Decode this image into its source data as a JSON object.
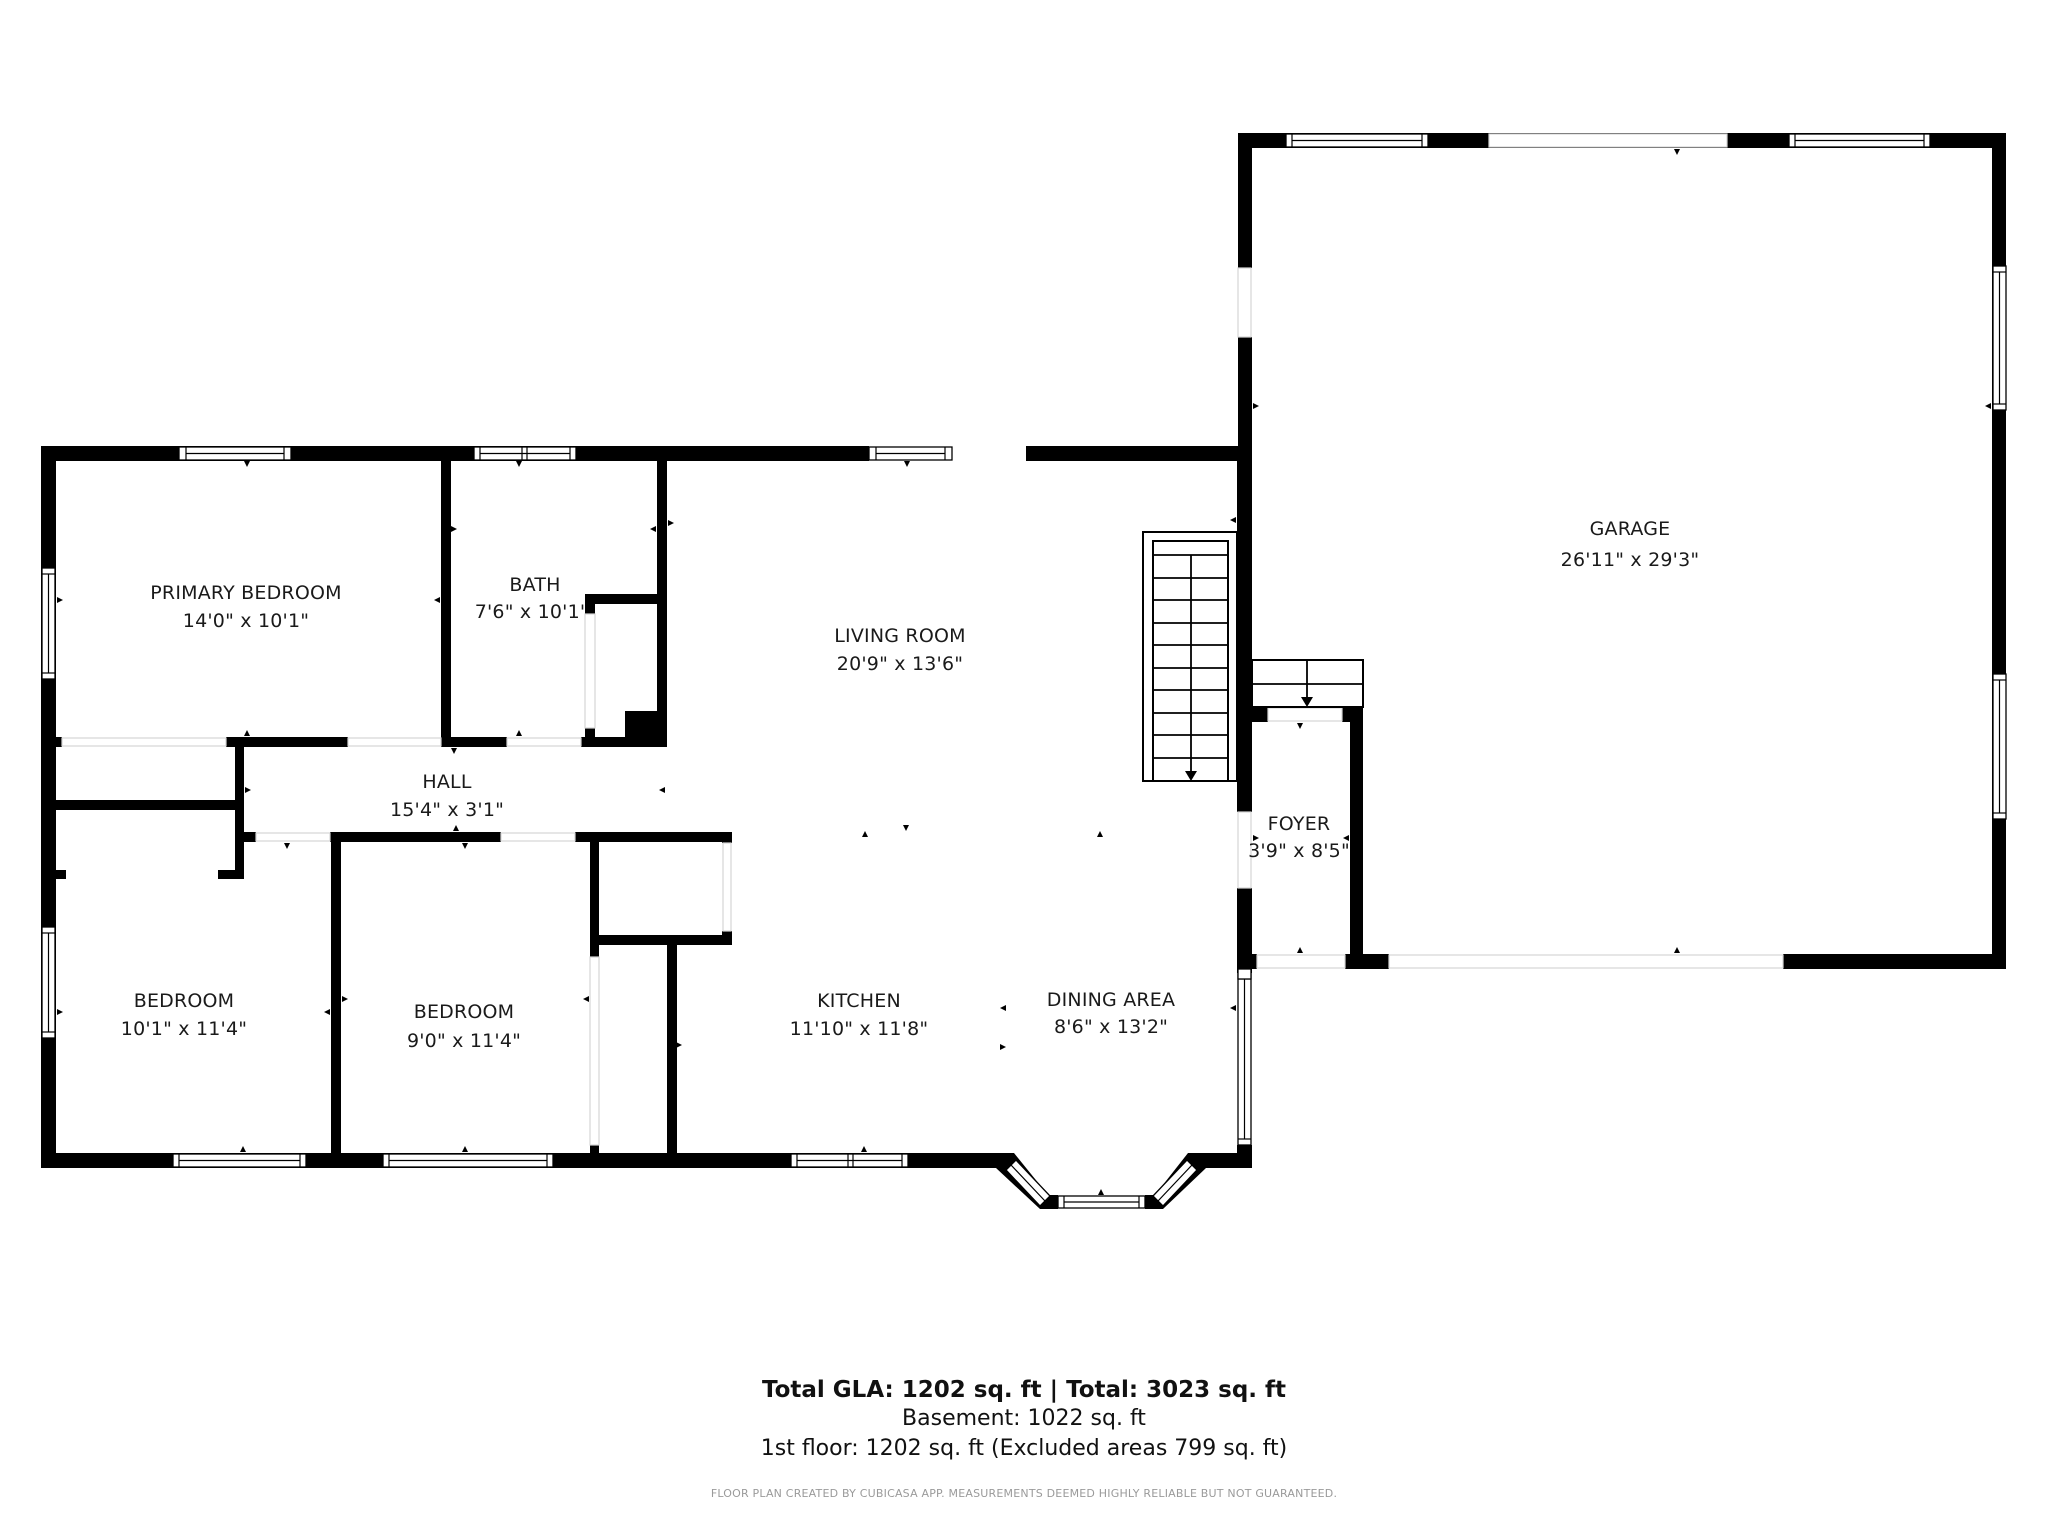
{
  "plan": {
    "rooms": [
      {
        "id": "primary-bedroom",
        "name": "PRIMARY BEDROOM",
        "dims": "14'0\" x 10'1\""
      },
      {
        "id": "bath",
        "name": "BATH",
        "dims": "7'6\" x 10'1'"
      },
      {
        "id": "living-room",
        "name": "LIVING ROOM",
        "dims": "20'9\" x 13'6\""
      },
      {
        "id": "hall",
        "name": "HALL",
        "dims": "15'4\" x 3'1\""
      },
      {
        "id": "bedroom-1",
        "name": "BEDROOM",
        "dims": "10'1\" x 11'4\""
      },
      {
        "id": "bedroom-2",
        "name": "BEDROOM",
        "dims": "9'0\" x 11'4\""
      },
      {
        "id": "kitchen",
        "name": "KITCHEN",
        "dims": "11'10\" x 11'8\""
      },
      {
        "id": "dining-area",
        "name": "DINING AREA",
        "dims": "8'6\" x 13'2\""
      },
      {
        "id": "foyer",
        "name": "FOYER",
        "dims": "3'9\" x 8'5\""
      },
      {
        "id": "garage",
        "name": "GARAGE",
        "dims": "26'11\" x 29'3\""
      }
    ]
  },
  "summary": {
    "total_line": "Total GLA: 1202 sq. ft | Total: 3023 sq. ft",
    "basement_line": "Basement: 1022 sq. ft",
    "floor_line": "1st floor: 1202 sq. ft (Excluded areas 799 sq. ft)",
    "footer": "FLOOR PLAN CREATED BY CUBICASA APP. MEASUREMENTS DEEMED HIGHLY RELIABLE BUT NOT GUARANTEED."
  },
  "colors": {
    "wall": "#000000",
    "background": "#ffffff",
    "footer_text": "#9a9a9a"
  }
}
